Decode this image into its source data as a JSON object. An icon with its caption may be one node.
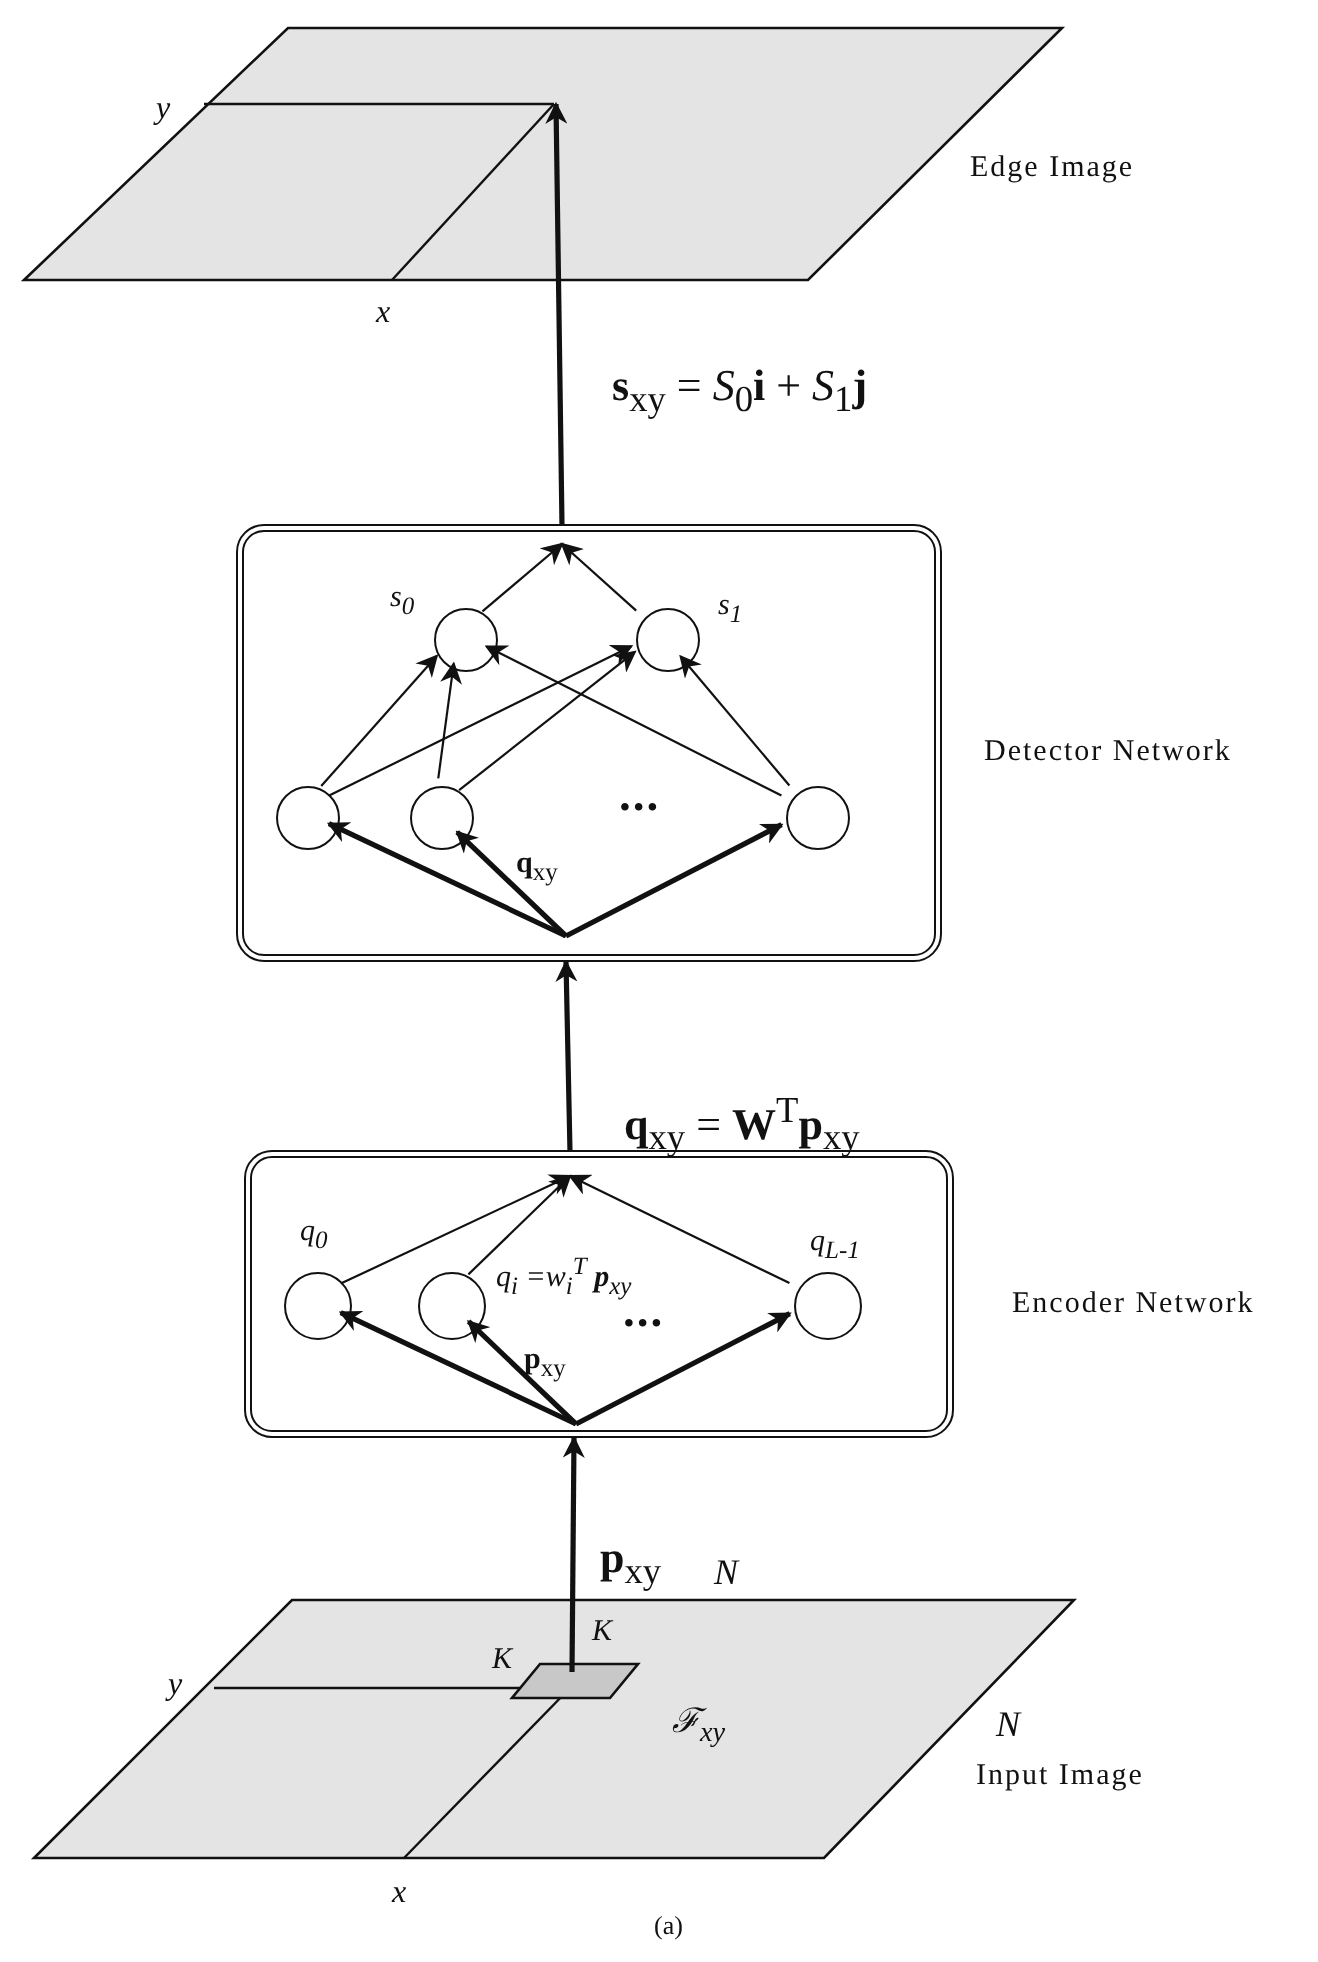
{
  "diagram": {
    "caption": "(a)",
    "nodes": [
      {
        "text": [
          "Edge Image"
        ]
      },
      {
        "text": [
          "Detector Network"
        ]
      },
      {
        "text": [
          "s$_{0}$"
        ],
        "in": 1
      },
      {
        "text": [
          "s$_{1}$"
        ],
        "in": 1
      },
      {
        "text": [],
        "shape": "circle",
        "in": 1
      },
      {
        "text": [],
        "shape": "circle",
        "in": 1
      },
      {
        "text": [],
        "shape": "circle",
        "in": 1
      },
      {
        "text": [
          "Encoder Network"
        ]
      },
      {
        "text": [
          "q$_{0}$"
        ],
        "in": 7
      },
      {
        "text": [
          "q$_{i}$ =w$_{i}$$^{T}$ **p**$_{xy}$"
        ],
        "in": 7
      },
      {
        "text": [
          "q$_{L-1}$"
        ],
        "in": 7
      },
      {
        "text": [
          "Input Image"
        ]
      },
      {
        "text": [
          "ℱ$_{xy}$"
        ],
        "in": 11
      }
    ],
    "edges": [
      {
        "from": 12,
        "to": 7,
        "arrow": "to",
        "label": "**p**$_{xy}$",
        "style": "thick"
      },
      {
        "from": null,
        "to": 8,
        "arrow": "to",
        "style": "thick"
      },
      {
        "from": null,
        "to": 9,
        "arrow": "to",
        "label": "**p**$_{xy}$",
        "style": "thick"
      },
      {
        "from": null,
        "to": 10,
        "arrow": "to",
        "style": "thick"
      },
      {
        "from": 8,
        "to": null,
        "arrow": "to"
      },
      {
        "from": 9,
        "to": null,
        "arrow": "to"
      },
      {
        "from": 10,
        "to": null,
        "arrow": "to"
      },
      {
        "from": 7,
        "to": 1,
        "arrow": "to",
        "label": "**q**$_{xy}$ = **W**$^{T}$**p**$_{xy}$",
        "style": "thick"
      },
      {
        "from": null,
        "to": 4,
        "arrow": "to",
        "style": "thick"
      },
      {
        "from": null,
        "to": 5,
        "arrow": "to",
        "label": "**q**$_{xy}$",
        "style": "thick"
      },
      {
        "from": null,
        "to": 6,
        "arrow": "to",
        "style": "thick"
      },
      {
        "from": 4,
        "to": 2,
        "arrow": "to"
      },
      {
        "from": 4,
        "to": 3,
        "arrow": "to"
      },
      {
        "from": 5,
        "to": 2,
        "arrow": "to"
      },
      {
        "from": 5,
        "to": 3,
        "arrow": "to"
      },
      {
        "from": 6,
        "to": 2,
        "arrow": "to"
      },
      {
        "from": 6,
        "to": 3,
        "arrow": "to"
      },
      {
        "from": 2,
        "to": null,
        "arrow": "to"
      },
      {
        "from": 3,
        "to": null,
        "arrow": "to"
      },
      {
        "from": 1,
        "to": 0,
        "arrow": "to",
        "label": "**s**$_{xy}$ = *S*$_{0}$**i** + *S*$_{1}$**j**",
        "style": "thick"
      }
    ],
    "labels": [
      "y",
      "x",
      "•••",
      "•••",
      "N",
      "K",
      "K",
      "y",
      "N",
      "x"
    ]
  }
}
